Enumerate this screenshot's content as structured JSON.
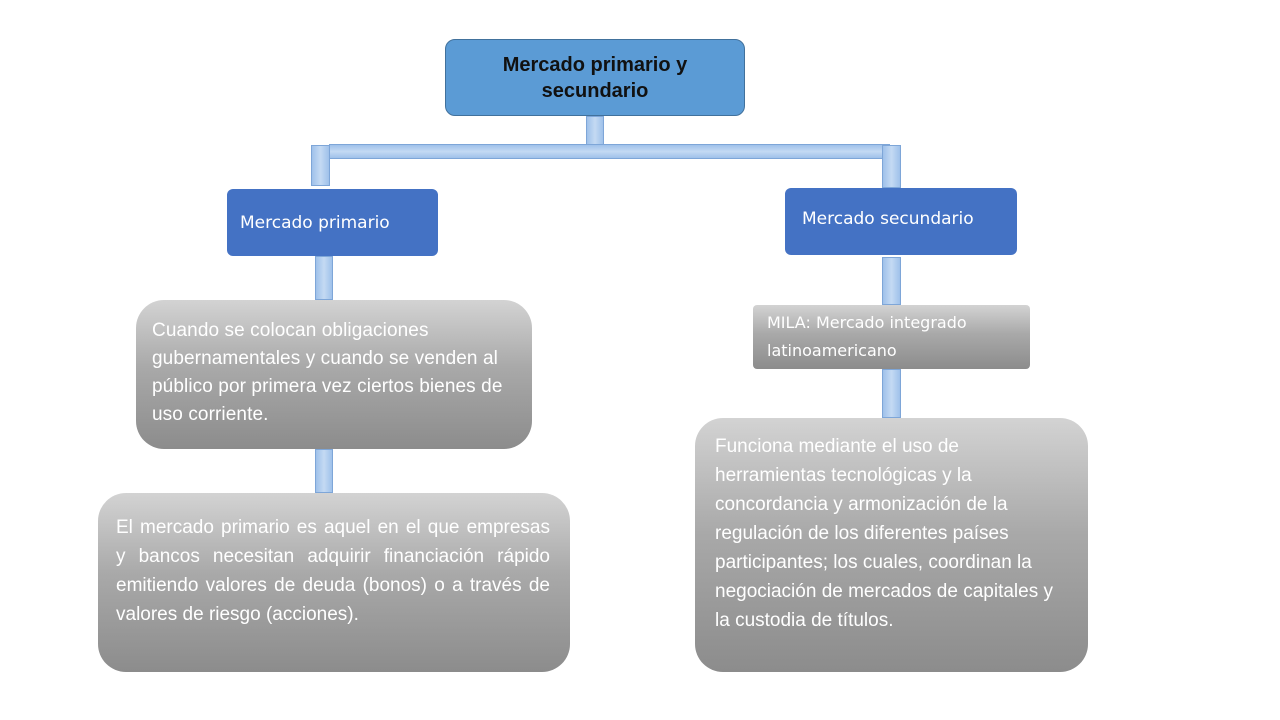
{
  "diagram": {
    "root": {
      "title": "Mercado primario y secundario"
    },
    "left_branch": {
      "label": "Mercado primario",
      "description": "Cuando se colocan obligaciones gubernamentales y cuando se venden al público por primera vez ciertos bienes de uso corriente.",
      "detail": "El mercado primario es aquel en el que empresas y bancos necesitan adquirir financiación rápido emitiendo valores de deuda (bonos) o a través de valores de riesgo (acciones)."
    },
    "right_branch": {
      "label": "Mercado secundario",
      "subtopic": "MILA: Mercado integrado latinoamericano",
      "detail": "Funciona mediante el uso de herramientas tecnológicas y la concordancia y armonización de la regulación de los diferentes países participantes; los cuales, coordinan la negociación de mercados de capitales y la custodia de títulos."
    },
    "colors": {
      "root_fill": "#5b9bd5",
      "level2_fill": "#4472c4",
      "grey_fill": "#a9a9a9",
      "connector_fill": "#b4cfef"
    }
  }
}
